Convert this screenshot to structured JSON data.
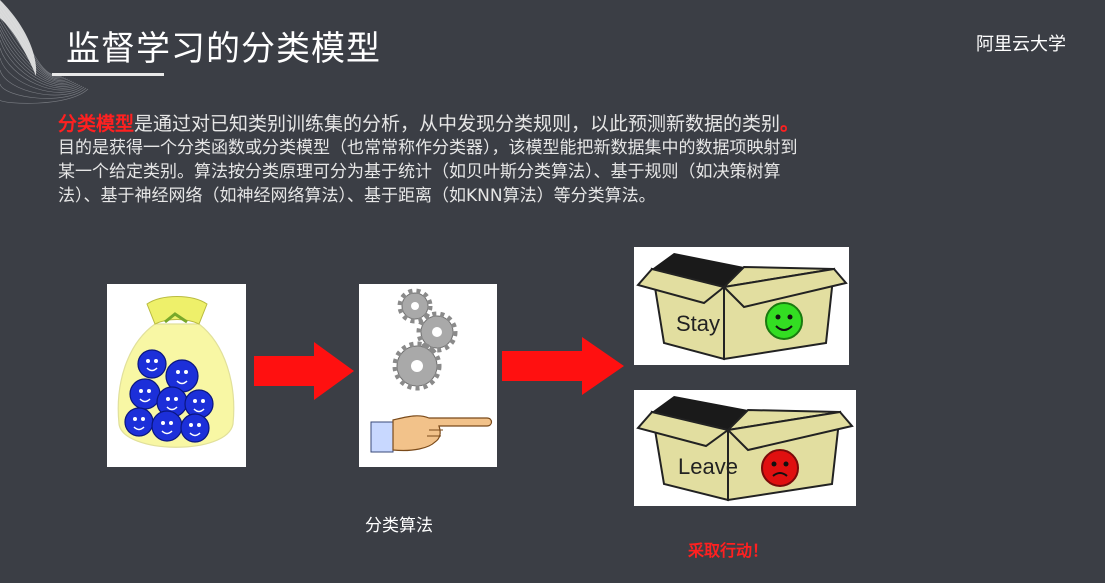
{
  "slide": {
    "title": "监督学习的分类模型",
    "brand": "阿里云大学"
  },
  "paragraph": {
    "highlight": "分类模型",
    "line1_rest": "是通过对已知类别训练集的分析，从中发现分类规则，以此预测新数据的类别",
    "line1_dot": "。",
    "line2": "目的是获得一个分类函数或分类模型（也常常称作分类器），该模型能把新数据集中的数据项映射到",
    "line3": "某一个给定类别。算法按分类原理可分为基于统计（如贝叶斯分类算法）、基于规则（如决策树算",
    "line4": "法）、基于神经网络（如神经网络算法）、基于距离（如KNN算法）等分类算法。"
  },
  "diagram": {
    "box_stay_label": "Stay",
    "box_leave_label": "Leave",
    "caption_algorithm": "分类算法",
    "caption_action": "采取行动！"
  },
  "icons": {
    "bag": "grape-bag-icon",
    "gears": "gears-icon",
    "hand": "pointing-hand-icon",
    "arrow": "red-arrow-icon",
    "stay_box": "open-box-icon",
    "leave_box": "open-box-icon"
  },
  "colors": {
    "background": "#3b3e45",
    "accent_red": "#ff2020",
    "bag_yellow": "#f4f25a",
    "ball_blue": "#1c2fd9",
    "smiley_green": "#33dd22",
    "smiley_red": "#e01010",
    "box_tan": "#e2dea0"
  }
}
